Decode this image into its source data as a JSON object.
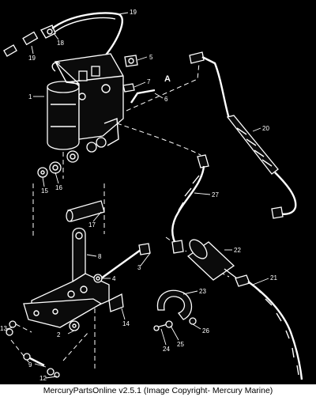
{
  "diagram": {
    "labels": [
      "1",
      "2",
      "3",
      "4",
      "5",
      "6",
      "7",
      "8",
      "9",
      "12",
      "13",
      "14",
      "15",
      "16",
      "17",
      "18",
      "19",
      "19",
      "20",
      "21",
      "22",
      "23",
      "24",
      "25",
      "26",
      "27",
      "A"
    ]
  },
  "footer": {
    "copyright": "MercuryPartsOnline v2.5.1 (Image Copyright- Mercury Marine)"
  }
}
